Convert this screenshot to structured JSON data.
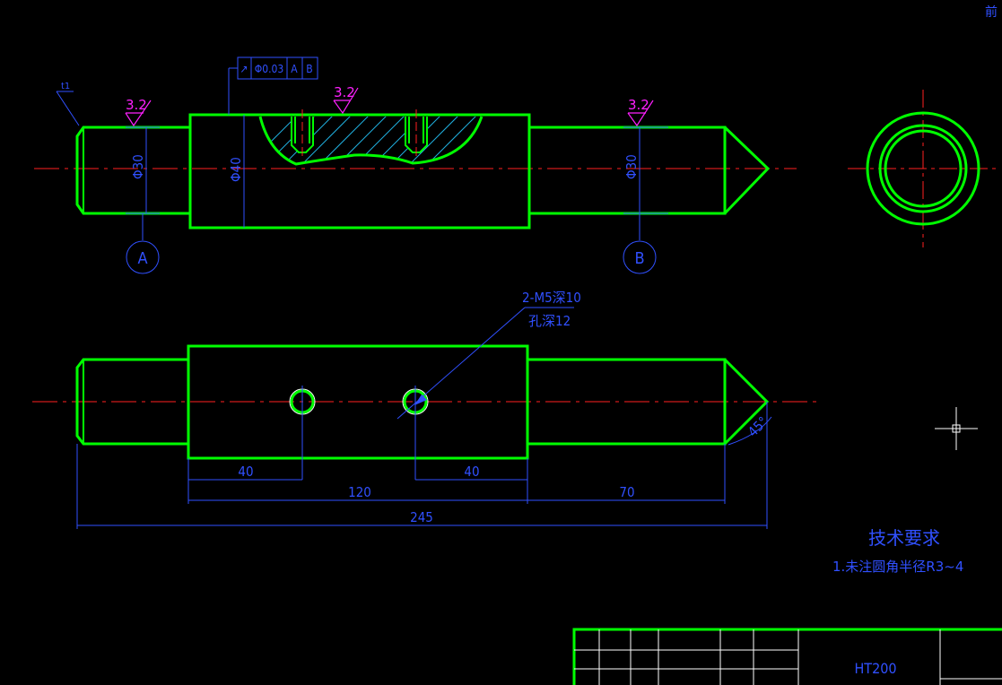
{
  "tolerance_frame": {
    "symbol": "↗",
    "value": "Φ0.03",
    "datum_1": "A",
    "datum_2": "B"
  },
  "roughness": {
    "left": "3.2",
    "middle": "3.2",
    "right": "3.2"
  },
  "leader_note_small": "t1",
  "diameters": {
    "left_shaft": "Φ30",
    "body": "Φ40",
    "right_shaft": "Φ30"
  },
  "datums": {
    "a": "A",
    "b": "B"
  },
  "hole_note": {
    "line1": "2-M5深10",
    "line2": "孔深12"
  },
  "dimensions": {
    "d40_left": "40",
    "d40_right": "40",
    "d120": "120",
    "d70": "70",
    "d245": "245",
    "angle": "45°"
  },
  "tech_requirements": {
    "title": "技术要求",
    "line1": "1.未注圆角半径R3~4"
  },
  "title_block": {
    "material": "HT200"
  },
  "top_right_mark": "前"
}
